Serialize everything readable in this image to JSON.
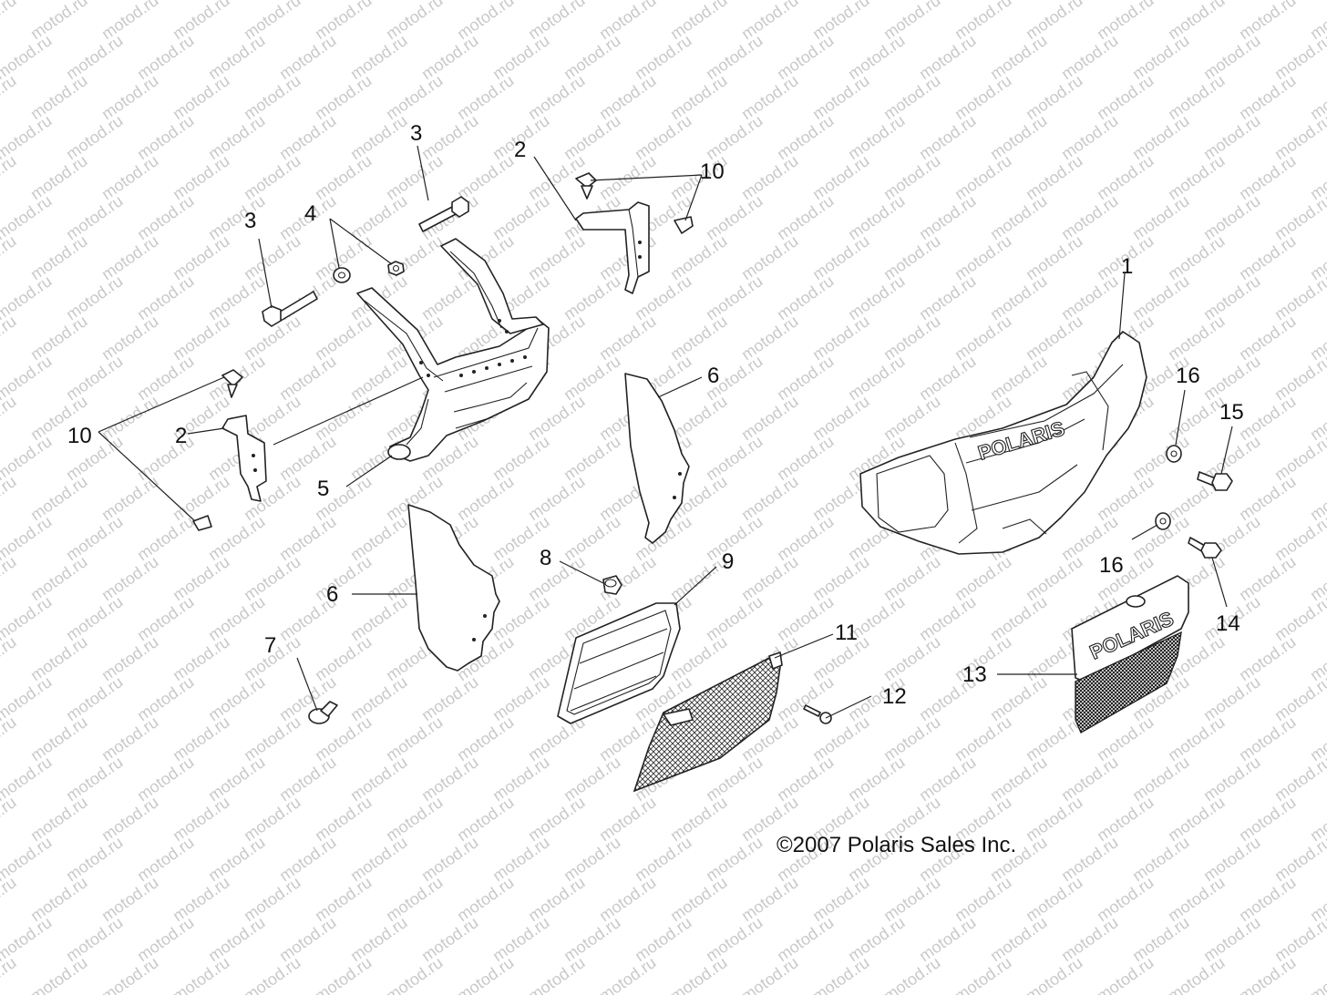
{
  "watermark": {
    "text": "motod.ru",
    "color": "#c9c9c9"
  },
  "callouts": [
    "1",
    "2",
    "2",
    "3",
    "3",
    "4",
    "5",
    "6",
    "6",
    "7",
    "8",
    "9",
    "10",
    "10",
    "11",
    "12",
    "13",
    "14",
    "15",
    "16",
    "16"
  ],
  "grille_logo": "POLARIS",
  "bumper_logo": "POLARIS",
  "copyright": "©2007 Polaris Sales Inc."
}
